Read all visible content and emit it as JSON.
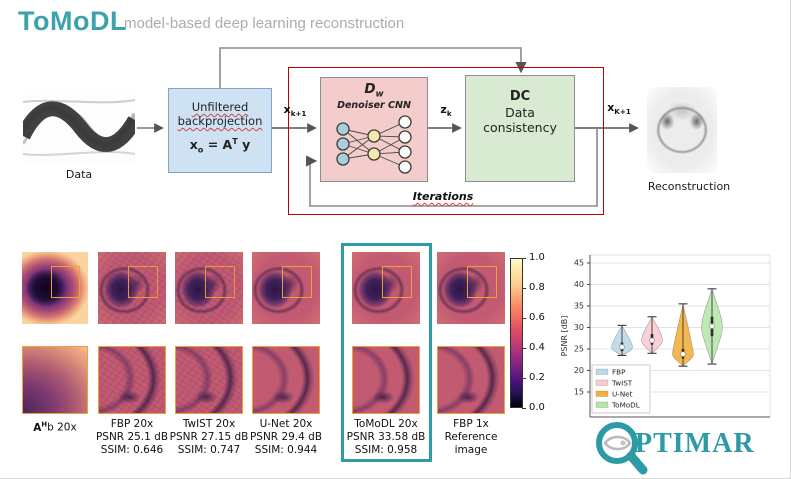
{
  "header": {
    "title": "ToMoDL",
    "subtitle": "model-based deep learning reconstruction"
  },
  "colors": {
    "accent": "#3CA3AC",
    "logo_teal": "#2D9AA5",
    "highlight_box": "#2E9CA6",
    "iteration_outline_red": "#C00000",
    "roi_orange": "#F0A132"
  },
  "diagram": {
    "data_label": "Data",
    "reconstruction_label": "Reconstruction",
    "iterations_label": "Iterations",
    "backprojection": {
      "line1": "Unfiltered",
      "line2": "backprojection",
      "f_base": "x",
      "f_sub": "o",
      "f_mid": " = A",
      "f_sup": "T",
      "f_end": " y"
    },
    "denoiser": {
      "t_base": "D",
      "t_sub": "w",
      "subtitle": "Denoiser CNN"
    },
    "dc": {
      "title": "DC",
      "line1": "Data",
      "line2": "consistency"
    },
    "labels": {
      "in_base": "x",
      "in_sub": "k+1",
      "mid_base": "z",
      "mid_sub": "k",
      "out_base": "x",
      "out_sub": "K+1"
    }
  },
  "panels": {
    "columns": [
      {
        "pre": "A",
        "sup": "H",
        "post": "b 20x"
      },
      {
        "label": "FBP 20x",
        "psnr": "PSNR 25.1 dB",
        "ssim": "SSIM: 0.646"
      },
      {
        "label": "TwIST 20x",
        "psnr": "PSNR 27.15 dB",
        "ssim": "SSIM: 0.747"
      },
      {
        "label": "U-Net 20x",
        "psnr": "PSNR 29.4 dB",
        "ssim": "SSIM: 0.944"
      },
      {
        "label": "ToMoDL 20x",
        "psnr": "PSNR 33.58 dB",
        "ssim": "SSIM: 0.958"
      },
      {
        "label": "FBP 1x",
        "line2": "Reference",
        "line3": "image"
      }
    ],
    "colorbar": {
      "ticks": [
        "1.0",
        "0.8",
        "0.6",
        "0.4",
        "0.2",
        "0.0"
      ]
    }
  },
  "chart_data": {
    "type": "violin",
    "title": "",
    "xlabel": "",
    "ylabel": "PSNR [dB]",
    "ylim": [
      11,
      47
    ],
    "yticks": [
      15,
      20,
      25,
      30,
      35,
      40,
      45
    ],
    "grid": true,
    "legend_position": "lower left",
    "series": [
      {
        "name": "FBP",
        "color": "#BDD8E9",
        "min": 23.5,
        "q1": 24.5,
        "median": 25.5,
        "q3": 26.5,
        "max": 30.5
      },
      {
        "name": "TwIST",
        "color": "#F9CCD3",
        "min": 24.0,
        "q1": 26.0,
        "median": 27.0,
        "q3": 28.5,
        "max": 32.5
      },
      {
        "name": "U-Net",
        "color": "#F2B13E",
        "min": 21.0,
        "q1": 22.8,
        "median": 23.8,
        "q3": 25.0,
        "max": 35.5
      },
      {
        "name": "ToMoDL",
        "color": "#B7E5AC",
        "min": 21.5,
        "q1": 28.0,
        "median": 30.3,
        "q3": 32.5,
        "max": 39.0
      }
    ]
  },
  "logo": {
    "text": "PTIMAR"
  }
}
